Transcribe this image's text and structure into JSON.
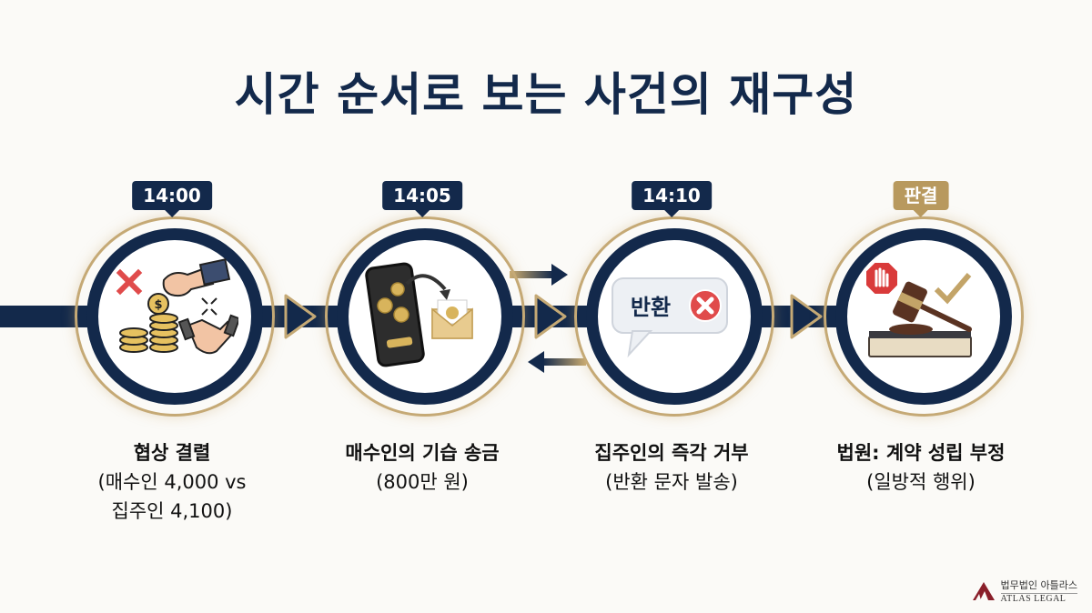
{
  "title": "시간 순서로 보는 사건의 재구성",
  "colors": {
    "navy": "#13294b",
    "gold": "#b8995e",
    "red": "#e04b4b",
    "background": "#fbfaf7"
  },
  "timeline": [
    {
      "badge": "14:00",
      "badge_style": "navy",
      "icon": "negotiation-failed-icon",
      "caption_head": "협상 결렬",
      "caption_line2": "(매수인 4,000 vs",
      "caption_line3": "집주인 4,100)"
    },
    {
      "badge": "14:05",
      "badge_style": "navy",
      "icon": "phone-money-transfer-icon",
      "caption_head": "매수인의 기습 송금",
      "caption_line2": "(800만 원)",
      "caption_line3": ""
    },
    {
      "badge": "14:10",
      "badge_style": "navy",
      "icon": "return-message-rejected-icon",
      "bubble_text": "반환",
      "caption_head": "집주인의 즉각 거부",
      "caption_line2": "(반환 문자 발송)",
      "caption_line3": ""
    },
    {
      "badge": "판결",
      "badge_style": "gold",
      "icon": "gavel-verdict-icon",
      "caption_head": "법원: 계약 성립 부정",
      "caption_line2": "(일방적 행위)",
      "caption_line3": ""
    }
  ],
  "footer": {
    "logo_icon": "atlas-mountain-logo-icon",
    "name_ko": "법무법인 아틀라스",
    "name_en": "ATLAS LEGAL"
  }
}
